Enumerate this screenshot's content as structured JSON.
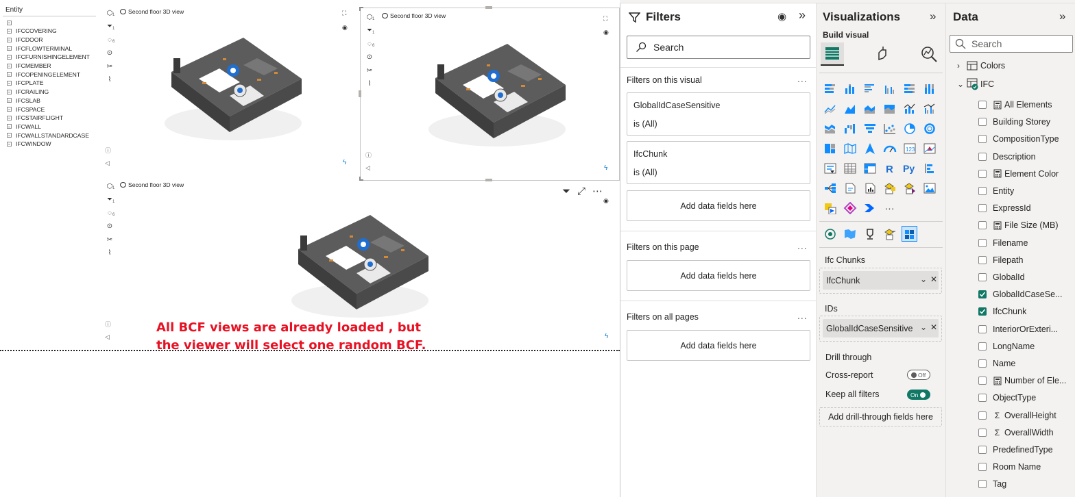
{
  "slicer": {
    "header": "Entity",
    "items": [
      "IFCCOVERING",
      "IFCDOOR",
      "IFCFLOWTERMINAL",
      "IFCFURNISHINGELEMENT",
      "IFCMEMBER",
      "IFCOPENINGELEMENT",
      "IFCPLATE",
      "IFCRAILING",
      "IFCSLAB",
      "IFCSPACE",
      "IFCSTAIRFLIGHT",
      "IFCWALL",
      "IFCWALLSTANDARDCASE",
      "IFCWINDOW"
    ]
  },
  "viewers": [
    {
      "title": "Second floor 3D view",
      "counts": [
        "1",
        "1",
        "6"
      ]
    },
    {
      "title": "Second floor 3D view",
      "counts": [
        "1",
        "1",
        "6"
      ]
    },
    {
      "title": "Second floor 3D view",
      "counts": [
        "1",
        "1",
        "6"
      ]
    }
  ],
  "annotation": {
    "line1": "All BCF views are already loaded , but",
    "line2": "the viewer will select one random BCF."
  },
  "filters": {
    "title": "Filters",
    "search_placeholder": "Search",
    "section_visual": "Filters on this visual",
    "cards": [
      {
        "name": "GlobalIdCaseSensitive",
        "value": "is (All)"
      },
      {
        "name": "IfcChunk",
        "value": "is (All)"
      }
    ],
    "add_fields": "Add data fields here",
    "section_page": "Filters on this page",
    "section_all": "Filters on all pages",
    "more": "..."
  },
  "visualizations": {
    "title": "Visualizations",
    "subtitle": "Build visual",
    "more": "···",
    "wells": [
      {
        "label": "Ifc Chunks",
        "field": "IfcChunk"
      },
      {
        "label": "IDs",
        "field": "GlobalIdCaseSensitive"
      }
    ],
    "drill": {
      "title": "Drill through",
      "cross_report": "Cross-report",
      "cross_state": "Off",
      "keep_filters": "Keep all filters",
      "keep_state": "On",
      "add": "Add drill-through fields here"
    },
    "colors": {
      "accent": "#117865",
      "brand_blue": "#118dff",
      "chart_yellow": "#f2c811"
    }
  },
  "data": {
    "title": "Data",
    "search_placeholder": "Search",
    "tables": [
      {
        "name": "Colors",
        "expanded": false
      },
      {
        "name": "IFC",
        "expanded": true
      }
    ],
    "fields": [
      {
        "name": "All Elements",
        "icon": "calc",
        "checked": false
      },
      {
        "name": "Building Storey",
        "icon": "",
        "checked": false
      },
      {
        "name": "CompositionType",
        "icon": "",
        "checked": false
      },
      {
        "name": "Description",
        "icon": "",
        "checked": false
      },
      {
        "name": "Element Color",
        "icon": "calc",
        "checked": false
      },
      {
        "name": "Entity",
        "icon": "",
        "checked": false
      },
      {
        "name": "ExpressId",
        "icon": "",
        "checked": false
      },
      {
        "name": "File Size (MB)",
        "icon": "calc",
        "checked": false
      },
      {
        "name": "Filename",
        "icon": "",
        "checked": false
      },
      {
        "name": "Filepath",
        "icon": "",
        "checked": false
      },
      {
        "name": "GlobalId",
        "icon": "",
        "checked": false
      },
      {
        "name": "GlobalIdCaseSe...",
        "icon": "",
        "checked": true
      },
      {
        "name": "IfcChunk",
        "icon": "",
        "checked": true
      },
      {
        "name": "InteriorOrExteri...",
        "icon": "",
        "checked": false
      },
      {
        "name": "LongName",
        "icon": "",
        "checked": false
      },
      {
        "name": "Name",
        "icon": "",
        "checked": false
      },
      {
        "name": "Number of Ele...",
        "icon": "calc",
        "checked": false
      },
      {
        "name": "ObjectType",
        "icon": "",
        "checked": false
      },
      {
        "name": "OverallHeight",
        "icon": "sum",
        "checked": false
      },
      {
        "name": "OverallWidth",
        "icon": "sum",
        "checked": false
      },
      {
        "name": "PredefinedType",
        "icon": "",
        "checked": false
      },
      {
        "name": "Room Name",
        "icon": "",
        "checked": false
      },
      {
        "name": "Tag",
        "icon": "",
        "checked": false
      }
    ]
  }
}
